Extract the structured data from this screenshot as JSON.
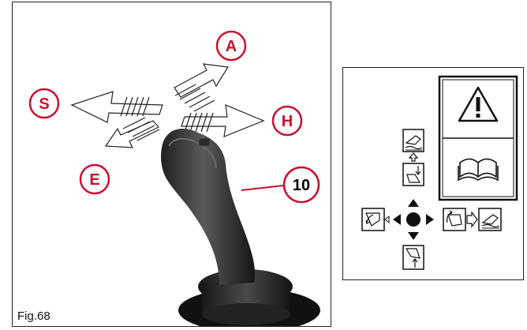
{
  "figure": {
    "caption": "Fig.68",
    "direction_labels": {
      "A": "A",
      "S": "S",
      "H": "H",
      "E": "E"
    },
    "callout": "10",
    "accent_color": "#c8102e"
  },
  "decal": {
    "icons": [
      "warning-triangle-icon",
      "operator-manual-icon",
      "bucket-tilt-icon",
      "bucket-float-icon",
      "boom-lower-icon",
      "boom-raise-icon",
      "bucket-curl-icon",
      "bucket-dump-icon",
      "direction-arrows-icon"
    ]
  }
}
